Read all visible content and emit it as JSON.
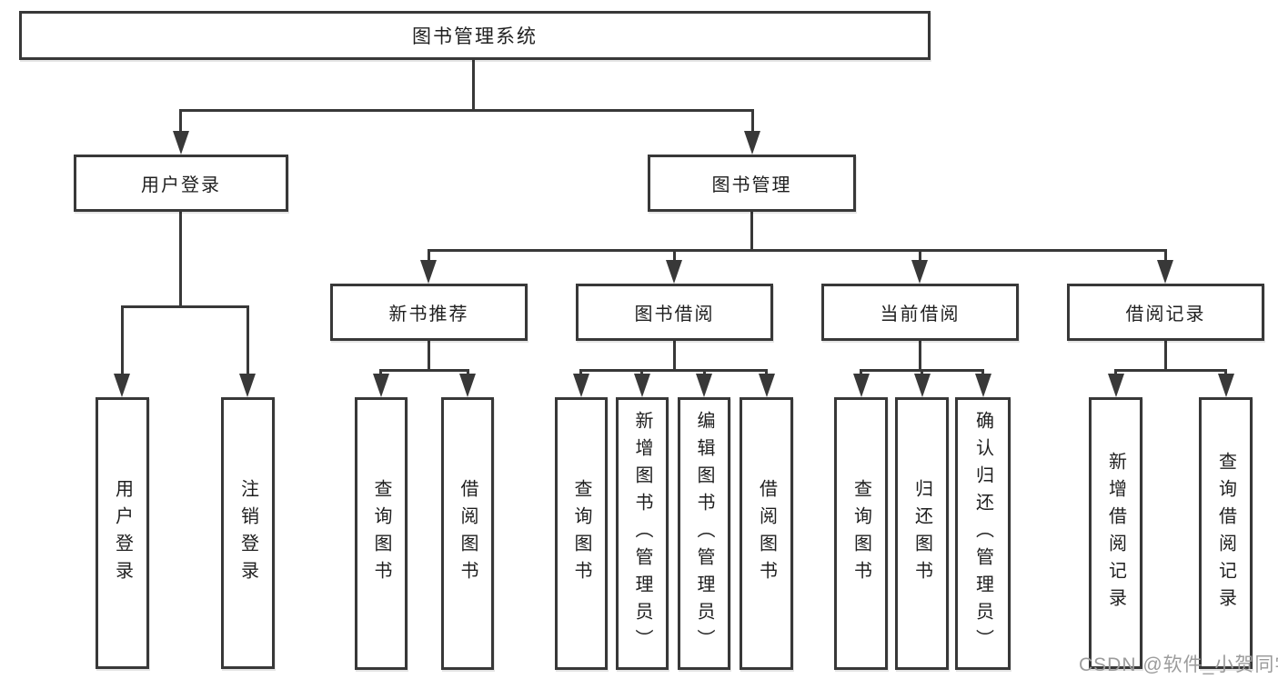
{
  "nodes": {
    "root": "图书管理系统",
    "level1": [
      "用户登录",
      "图书管理"
    ],
    "level2": [
      "新书推荐",
      "图书借阅",
      "当前借阅",
      "借阅记录"
    ],
    "login_leaves": [
      "用户登录",
      "注销登录"
    ],
    "recommend_leaves": [
      "查询图书",
      "借阅图书"
    ],
    "borrow_leaves": [
      "查询图书",
      "新增图书（管理员）",
      "编辑图书（管理员）",
      "借阅图书"
    ],
    "current_leaves": [
      "查询图书",
      "归还图书",
      "确认归还（管理员）"
    ],
    "record_leaves": [
      "新增借阅记录",
      "查询借阅记录"
    ]
  },
  "watermark": "CSDN @软件_小贺同学",
  "colors": {
    "line": "#383838",
    "text": "#1f1f1f",
    "watermark": "#9c9c9c",
    "background": "#ffffff"
  }
}
